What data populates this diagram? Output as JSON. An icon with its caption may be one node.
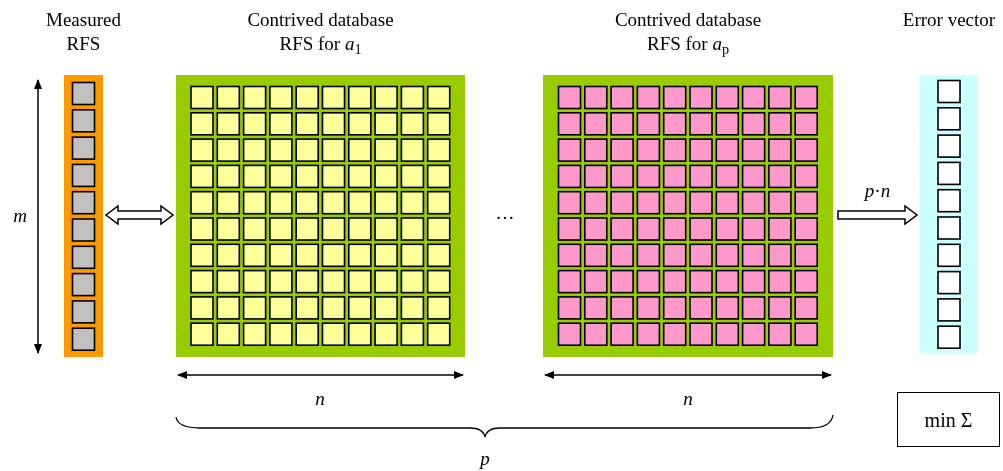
{
  "diagram": {
    "nodes": [
      {
        "text": [
          "Measured RFS"
        ]
      },
      {
        "text": [
          "Contrived database RFS for *a*$_{1}$"
        ]
      },
      {
        "text": [
          "Contrived database RFS for *a*$_{p}$"
        ]
      },
      {
        "text": [
          "Error vector"
        ]
      },
      {
        "text": [
          "min Σ"
        ]
      }
    ],
    "edges": [
      {
        "from": 0,
        "to": 1,
        "arrow": "both"
      },
      {
        "from": 2,
        "to": 3,
        "arrow": "to",
        "label": "*p*·*n*"
      }
    ],
    "labels": [
      "m",
      "…",
      "n",
      "n",
      "p"
    ]
  }
}
